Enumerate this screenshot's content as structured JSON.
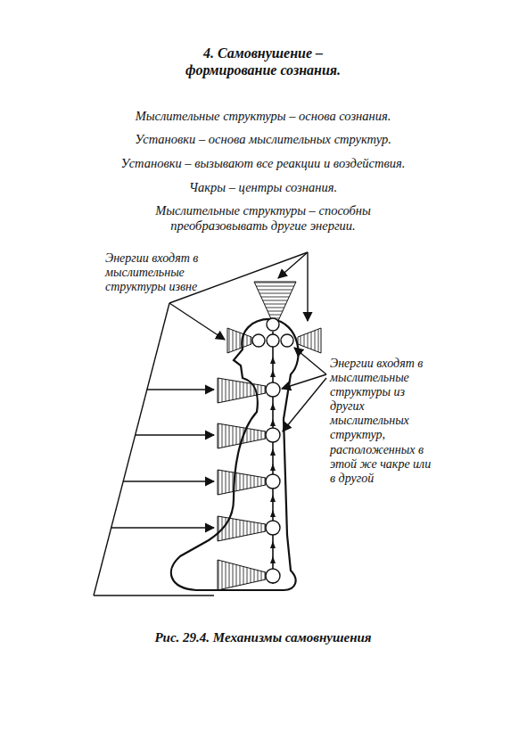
{
  "diagram": {
    "title": "4. Самовнушение – формирование сознания.",
    "caption": "Рис. 29.4. Механизмы самовнушения",
    "labels": [
      "Мыслительные структуры – основа сознания.",
      "Установки – основа мыслительных структур.",
      "Установки – вызывают все реакции и воздействия.",
      "Чакры – центры сознания.",
      "Мыслительные структуры – способны преобразовывать другие энергии.",
      "Энергии входят в мыслительные структуры извне",
      "Энергии входят в мыслительные структуры из других мыслительных структур, расположенных в этой же чакре или в другой"
    ]
  }
}
